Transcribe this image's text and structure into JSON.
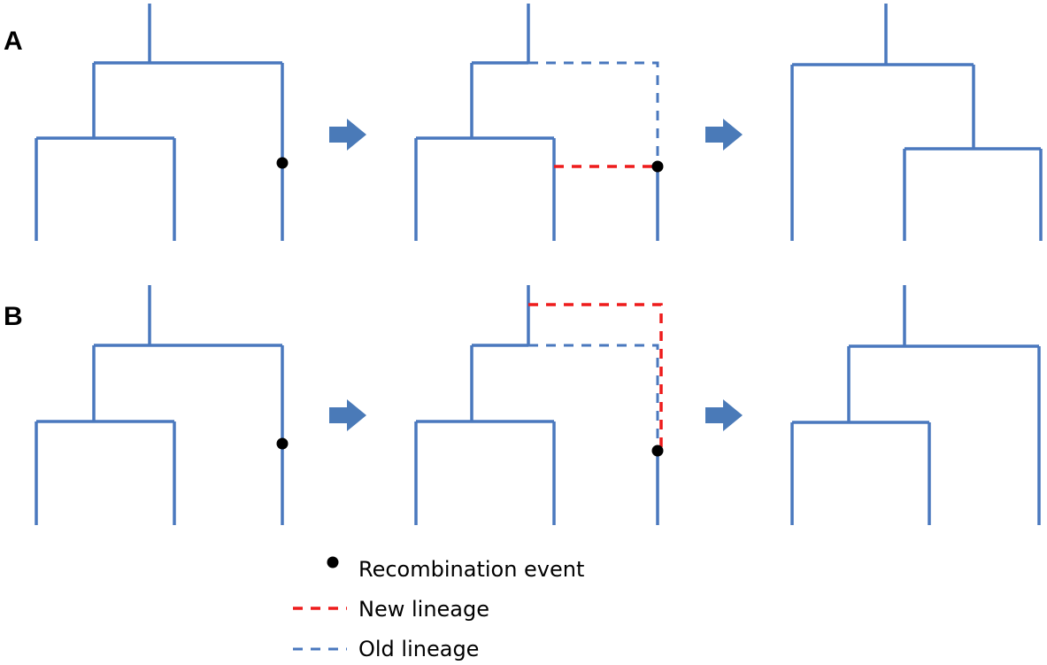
{
  "panels": {
    "a_label": "A",
    "b_label": "B"
  },
  "legend": {
    "recombination_event": "Recombination event",
    "new_lineage": "New lineage",
    "old_lineage": "Old lineage"
  },
  "colors": {
    "tree_branch": "#4a78be",
    "new_lineage": "#ee1c1c",
    "old_lineage": "#4a78be",
    "recombination_event": "#000000",
    "arrow": "#4a7ab8"
  }
}
